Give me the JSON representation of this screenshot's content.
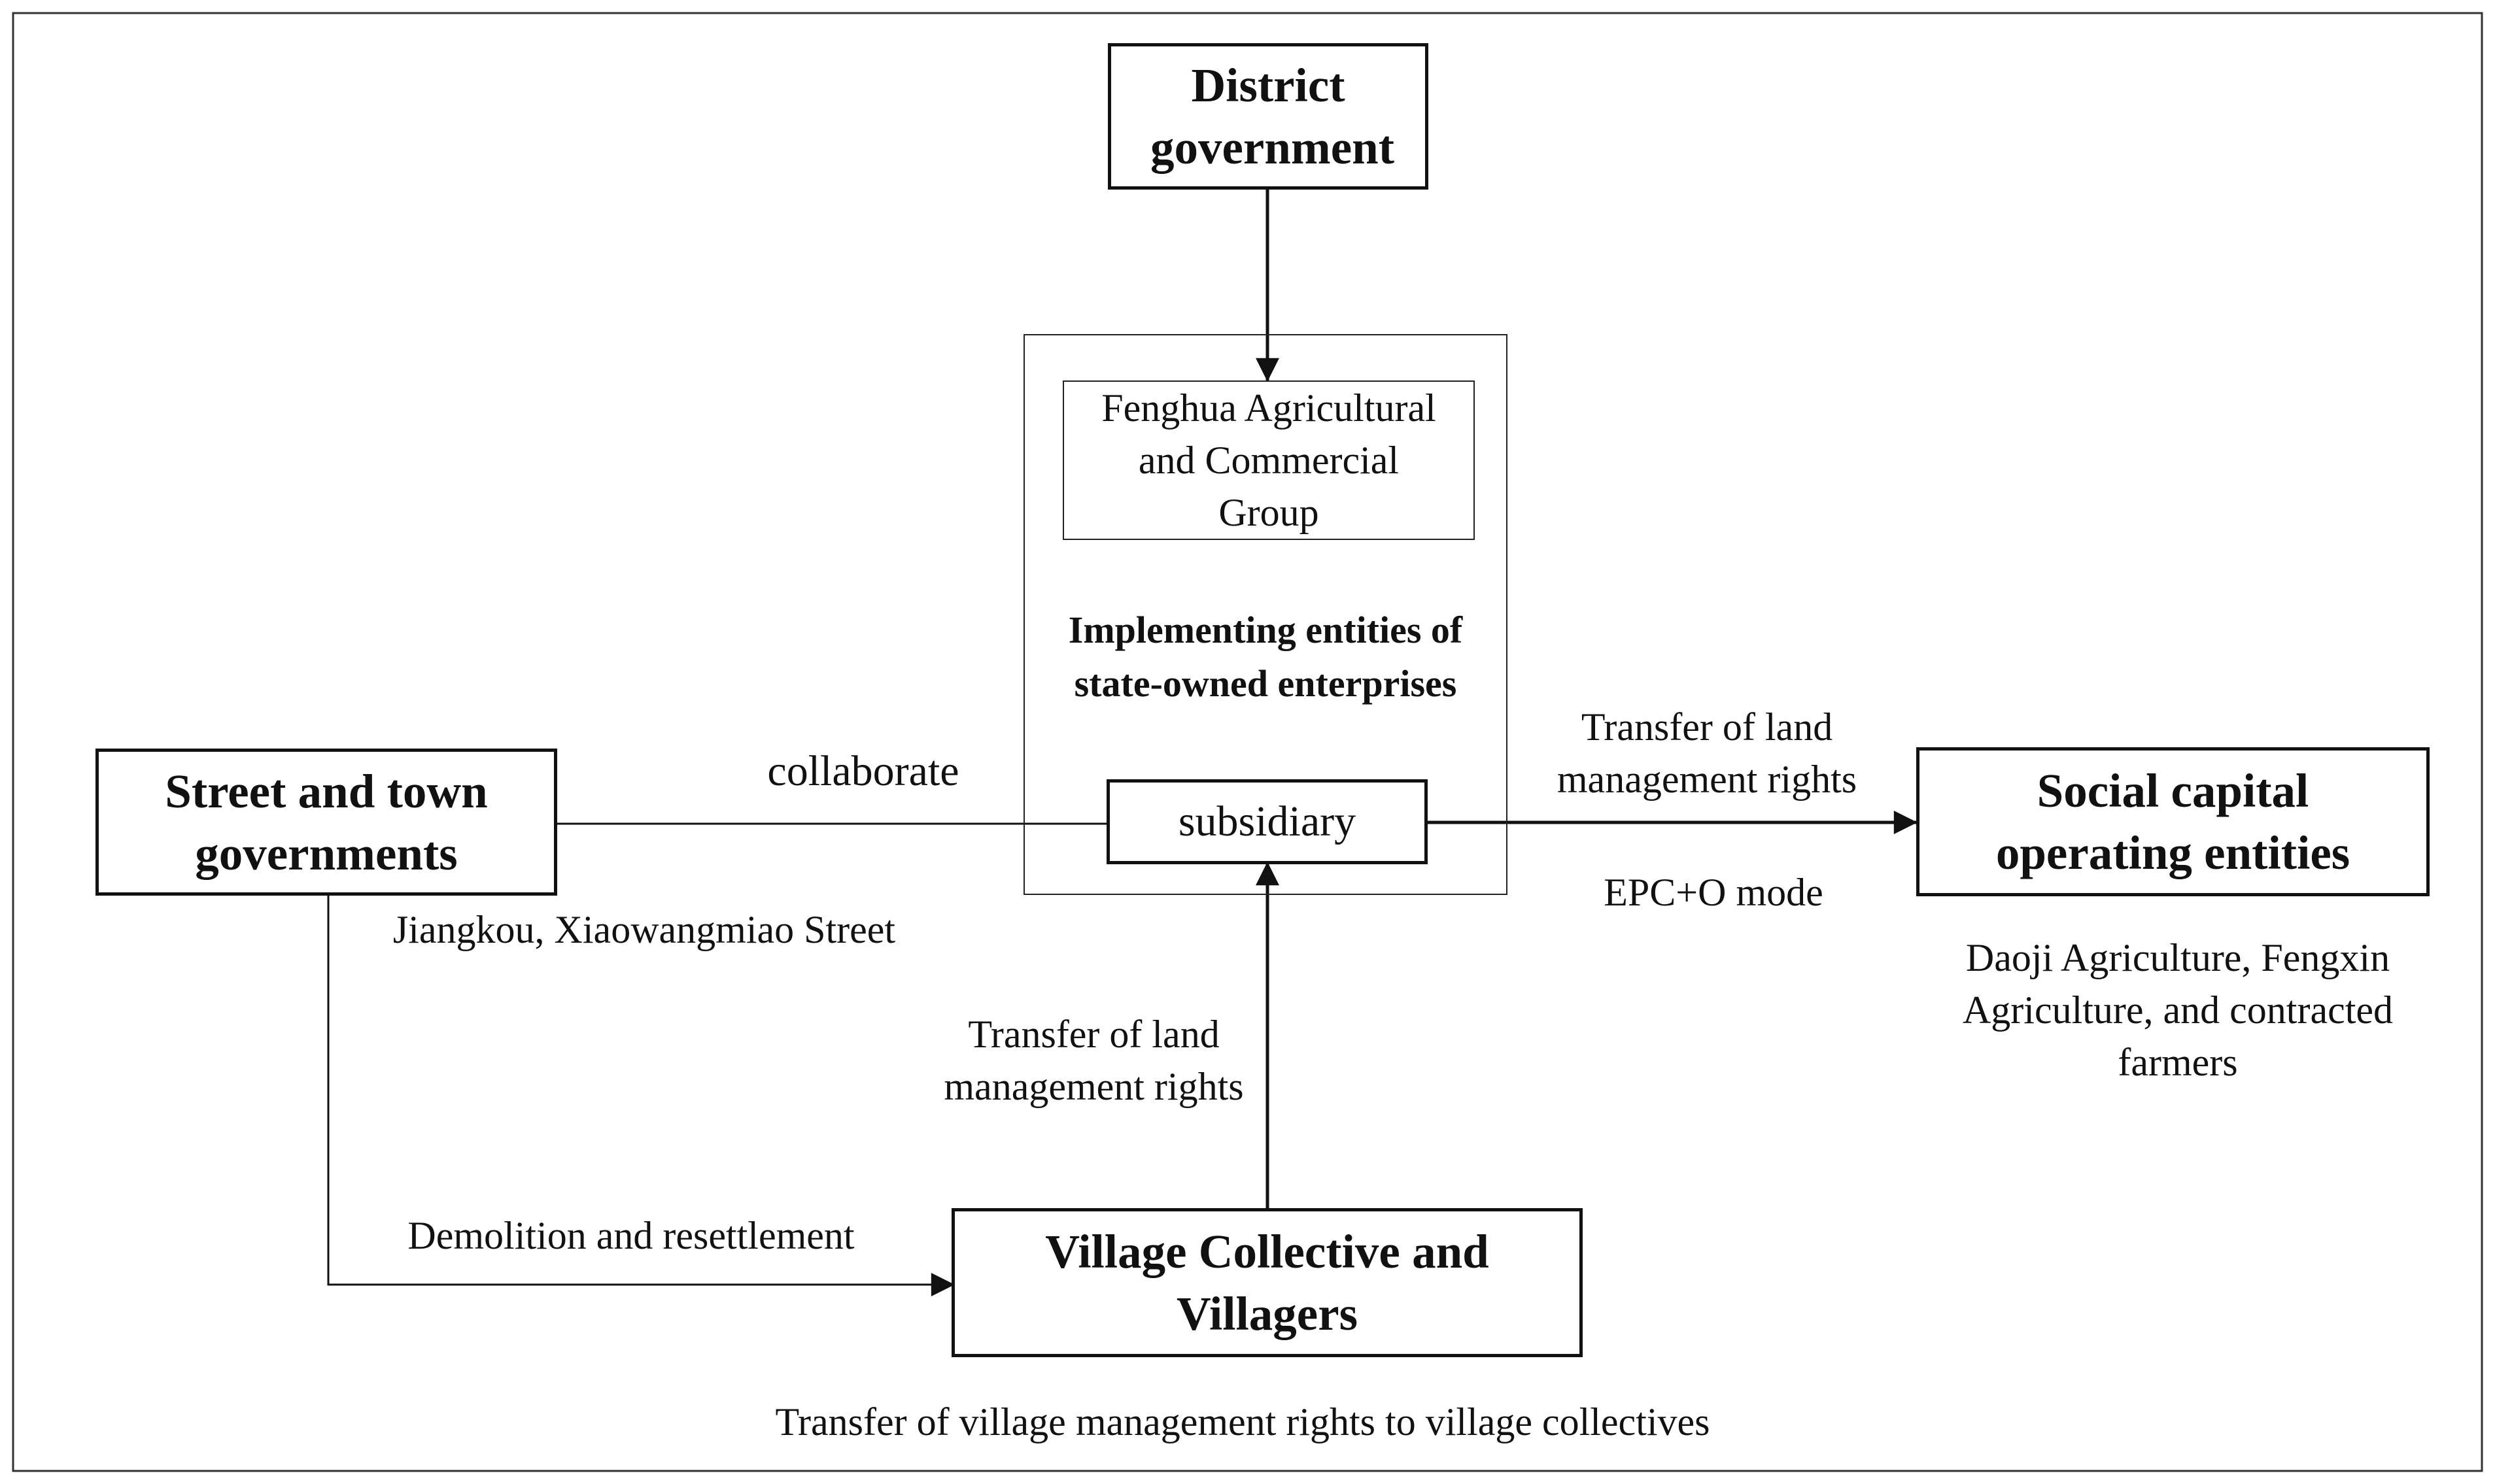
{
  "nodes": {
    "district": "District government",
    "group": "Fenghua Agricultural and Commercial Group",
    "soe_title": "Implementing entities of state-owned enterprises",
    "subsidiary": "subsidiary",
    "street": "Street and town governments",
    "social": "Social capital operating entities",
    "village": "Village Collective and Villagers"
  },
  "labels": {
    "collaborate": "collaborate",
    "jiangkou": "Jiangkou, Xiaowangmiao Street",
    "transfer_right": "Transfer of land management rights",
    "epc": "EPC+O mode",
    "daoji": "Daoji Agriculture, Fengxin Agriculture, and contracted farmers",
    "transfer_up": "Transfer of land management rights",
    "demolition": "Demolition and resettlement",
    "bottom_note": "Transfer of village management rights to village collectives"
  }
}
